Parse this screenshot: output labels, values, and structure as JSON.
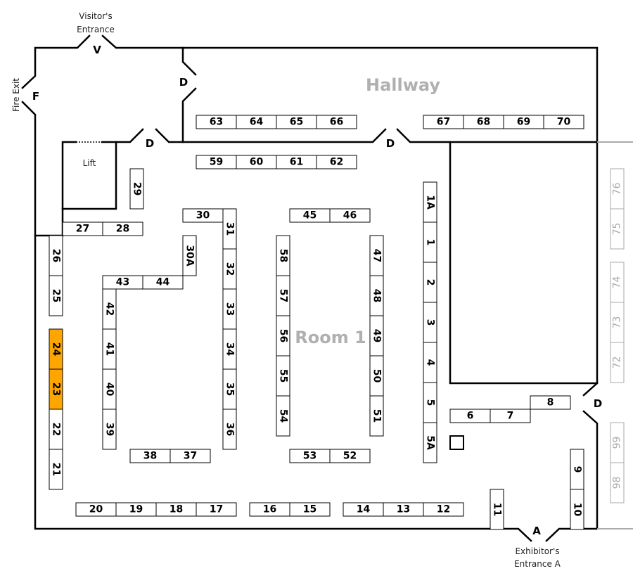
{
  "map": {
    "areas": {
      "hallway": "Hallway",
      "room": "Room 1",
      "lift": "Lift"
    },
    "entrances": {
      "visitor_title": "Visitor's",
      "visitor_sub": "Entrance",
      "visitor_code": "V",
      "fire_exit": "Fire Exit",
      "fire_code": "F",
      "exhibitor_title": "Exhibitor's",
      "exhibitor_sub": "Entrance A",
      "exhibitor_code": "A",
      "door_code": "D"
    },
    "booths": [
      "63",
      "64",
      "65",
      "66",
      "67",
      "68",
      "69",
      "70",
      "59",
      "60",
      "61",
      "62",
      "29",
      "27",
      "28",
      "30",
      "31",
      "32",
      "33",
      "34",
      "35",
      "36",
      "30A",
      "43",
      "44",
      "42",
      "41",
      "40",
      "39",
      "26",
      "25",
      "24",
      "23",
      "22",
      "21",
      "38",
      "37",
      "45",
      "46",
      "58",
      "57",
      "56",
      "55",
      "54",
      "47",
      "48",
      "49",
      "50",
      "51",
      "53",
      "52",
      "1A",
      "1",
      "2",
      "3",
      "4",
      "5",
      "5A",
      "6",
      "7",
      "8",
      "9",
      "10",
      "11",
      "20",
      "19",
      "18",
      "17",
      "16",
      "15",
      "14",
      "13",
      "12"
    ],
    "highlighted_booths": [
      "24",
      "23"
    ],
    "inactive_booths": [
      "76",
      "75",
      "74",
      "73",
      "72",
      "99",
      "98"
    ],
    "colors": {
      "highlight": "#ffa500",
      "inactive": "#aaaaaa",
      "wall": "#000000"
    }
  }
}
